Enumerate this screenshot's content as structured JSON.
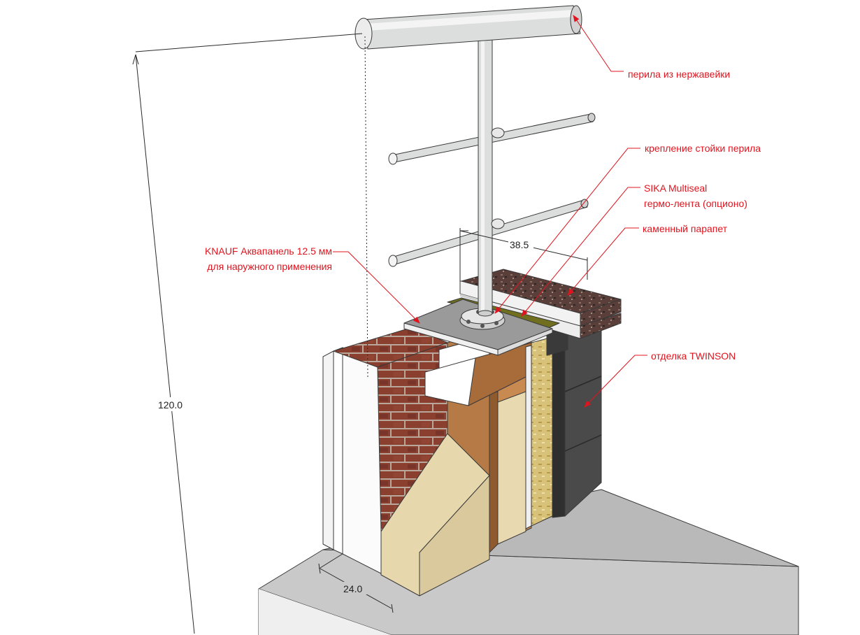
{
  "labels": {
    "railing": "перила из нержавейки",
    "post_mount": "крепление стойки перила",
    "sika_line1": "SIKA Multiseal",
    "sika_line2": "гермо-лента (опционо)",
    "parapet": "каменный парапет",
    "knauf_line1": "KNAUF Аквапанель 12.5 мм",
    "knauf_line2": "для наружного применения",
    "twinson": "отделка TWINSON"
  },
  "dimensions": {
    "height": "120.0",
    "parapet_width": "38.5",
    "wall_thickness": "24.0"
  },
  "colors": {
    "label_text": "#e0141e",
    "leader_line": "#e0141e",
    "dimension_line": "#2a2a2a",
    "steel": "#dcdede",
    "brick": "#8a3f2f",
    "insulation": "#e6d7ad",
    "osb": "#d8c27a",
    "twinson_board": "#4a4a4a",
    "granite": "#5a3e3a",
    "base": "#c9c9c9"
  }
}
